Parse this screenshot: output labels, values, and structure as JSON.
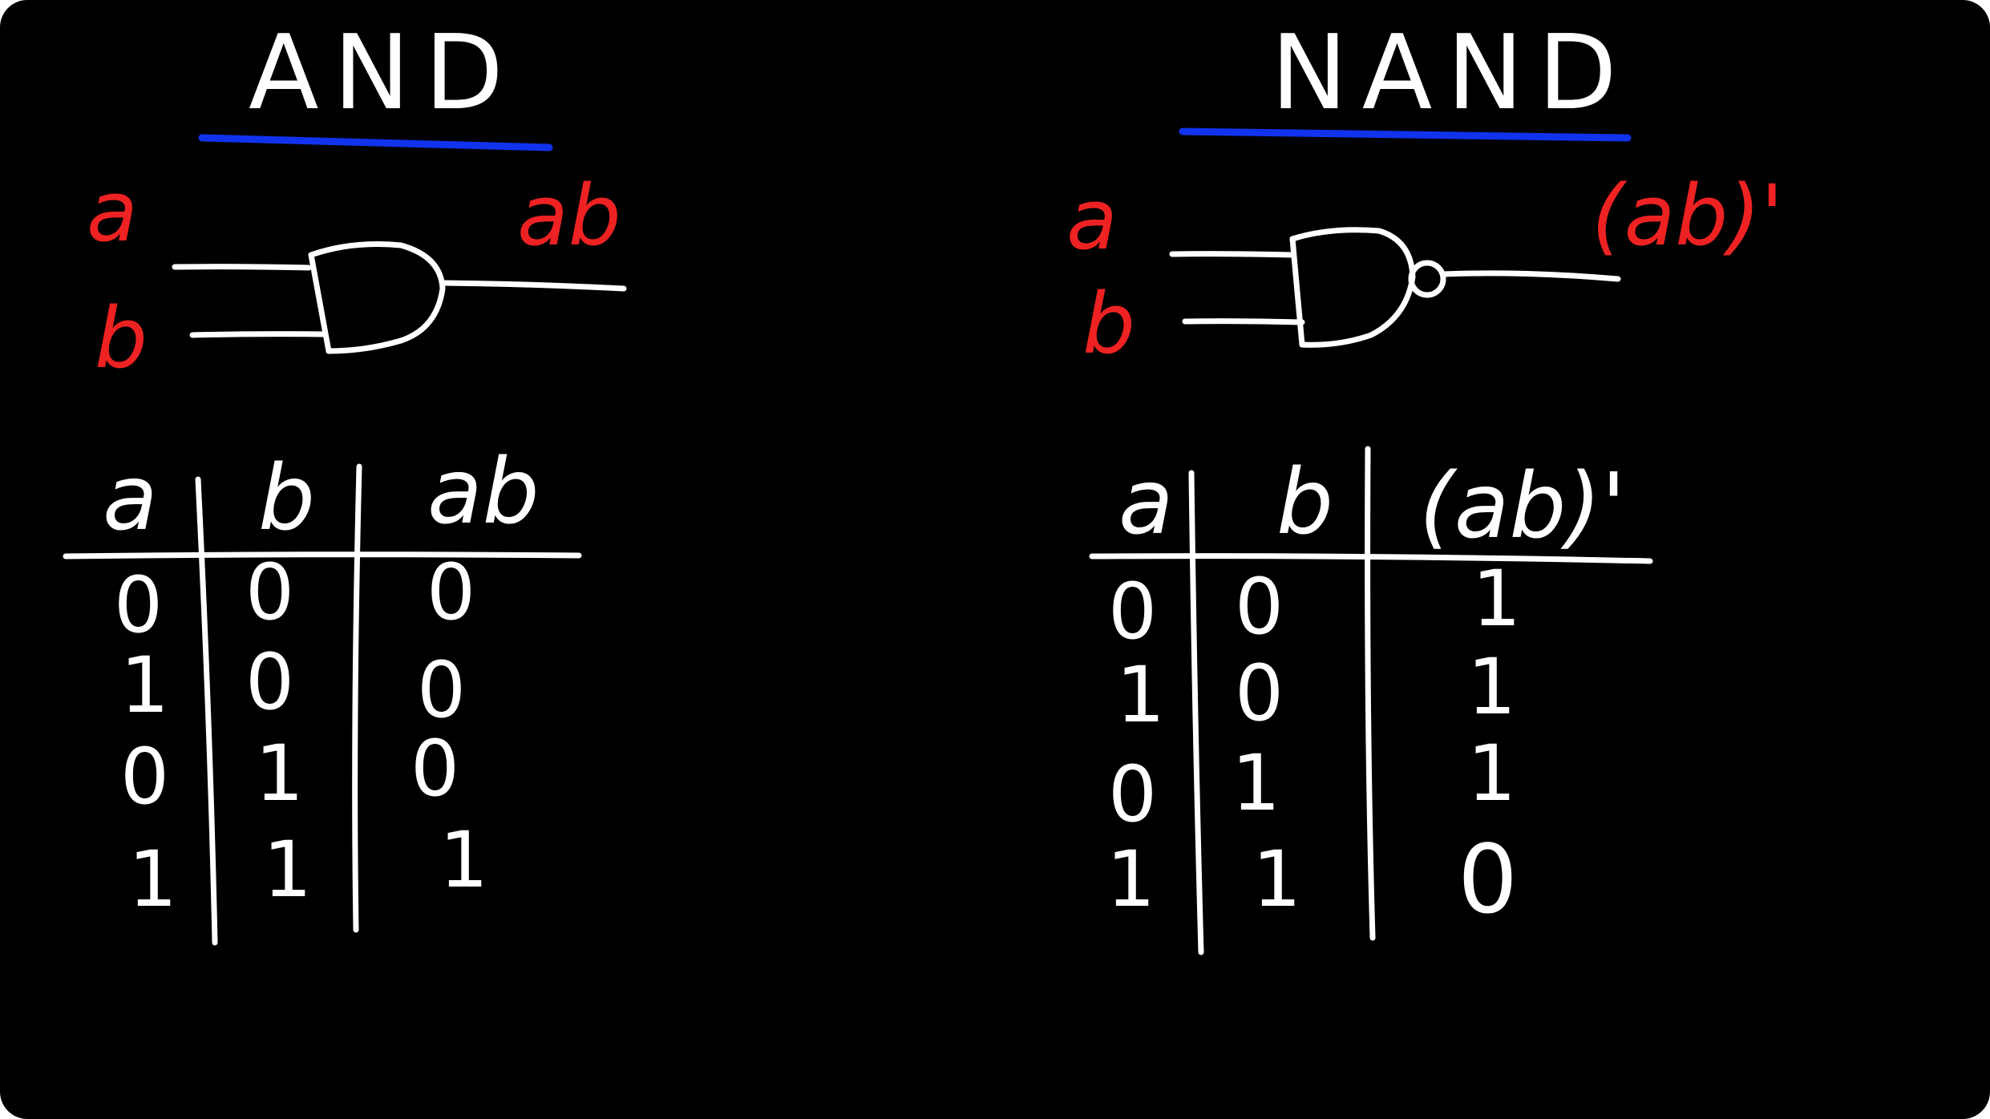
{
  "colors": {
    "board": "#000000",
    "chalk": "#ffffff",
    "underline": "#1133ee",
    "label": "#ee2222"
  },
  "and_panel": {
    "title": "AND",
    "inputs": [
      "a",
      "b"
    ],
    "output": "ab",
    "table": {
      "headers": [
        "a",
        "b",
        "ab"
      ],
      "rows": [
        [
          "0",
          "0",
          "0"
        ],
        [
          "1",
          "0",
          "0"
        ],
        [
          "0",
          "1",
          "0"
        ],
        [
          "1",
          "1",
          "1"
        ]
      ]
    }
  },
  "nand_panel": {
    "title": "NAND",
    "inputs": [
      "a",
      "b"
    ],
    "output": "(ab)'",
    "table": {
      "headers": [
        "a",
        "b",
        "(ab)'"
      ],
      "rows": [
        [
          "0",
          "0",
          "1"
        ],
        [
          "1",
          "0",
          "1"
        ],
        [
          "0",
          "1",
          "1"
        ],
        [
          "1",
          "1",
          "0"
        ]
      ]
    }
  }
}
